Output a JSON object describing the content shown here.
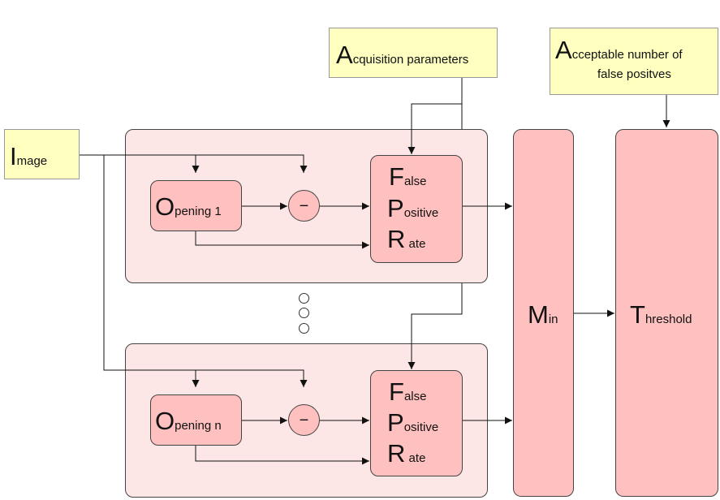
{
  "image_box": {
    "initial": "I",
    "rest": "mage"
  },
  "acquisition_box": {
    "initial": "A",
    "rest": "cquisition parameters"
  },
  "acceptable_box": {
    "initial": "A",
    "rest": "cceptable number of",
    "line2": "false positves"
  },
  "branch_1": {
    "opening": {
      "initial": "O",
      "rest": "pening 1"
    },
    "subtract_symbol": "−",
    "fpr": [
      {
        "initial": "F",
        "rest": "alse"
      },
      {
        "initial": "P",
        "rest": "ositive"
      },
      {
        "initial": "R",
        "rest": " ate"
      }
    ]
  },
  "branch_n": {
    "opening": {
      "initial": "O",
      "rest": "pening n"
    },
    "subtract_symbol": "−",
    "fpr": [
      {
        "initial": "F",
        "rest": "alse"
      },
      {
        "initial": "P",
        "rest": "ositive"
      },
      {
        "initial": "R",
        "rest": " ate"
      }
    ]
  },
  "min_box": {
    "initial": "M",
    "rest": "in"
  },
  "threshold_box": {
    "initial": "T",
    "rest": "hreshold"
  },
  "colors": {
    "box_fill": "#ffc0c0",
    "group_fill": "#fde6e6",
    "input_fill": "#ffffc0"
  }
}
